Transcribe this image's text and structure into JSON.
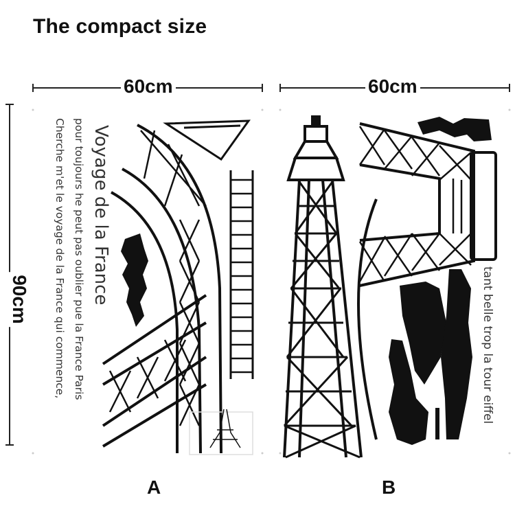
{
  "title": "The compact size",
  "dimensions": {
    "width_a": "60cm",
    "width_b": "60cm",
    "height": "90cm"
  },
  "panels": {
    "a": "A",
    "b": "B"
  },
  "sticker_text": {
    "line1": "Voyage de la France",
    "line2": "pour toujours he peut pas oublier pue la France Paris",
    "line3": "Cherche m'et le voyage de la France qui commence,",
    "line4": "tant belle trop la tour eiffel"
  },
  "colors": {
    "ink": "#111111",
    "accent": "#000000",
    "background": "#ffffff"
  }
}
